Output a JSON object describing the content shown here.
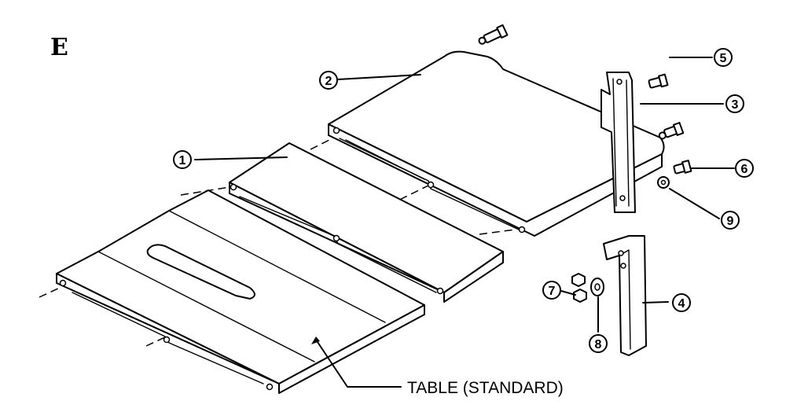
{
  "section_letter": "E",
  "caption": "TABLE (STANDARD)",
  "callouts": [
    "1",
    "2",
    "3",
    "4",
    "5",
    "6",
    "7",
    "8",
    "9"
  ]
}
